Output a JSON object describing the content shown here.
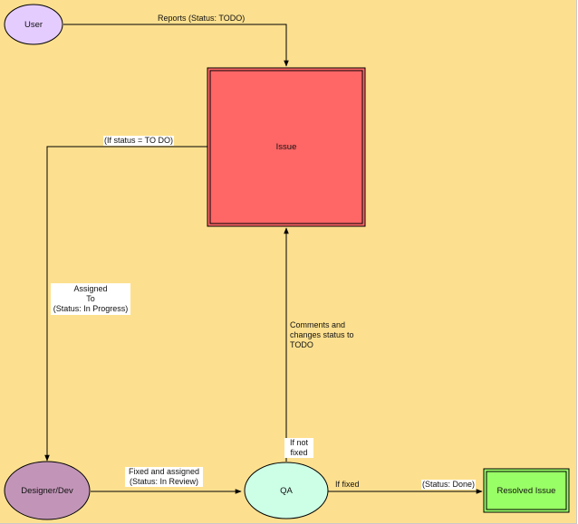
{
  "nodes": {
    "user": "User",
    "issue": "Issue",
    "designer": "Designer/Dev",
    "qa": "QA",
    "resolved": "Resolved Issue"
  },
  "edges": {
    "reports": "Reports (Status: TODO)",
    "if_status_todo": "(If status = TO DO)",
    "assigned_line1": "Assigned",
    "assigned_line2": "To",
    "assigned_line3": "(Status: In Progress)",
    "comments_line1": "Comments and",
    "comments_line2": "changes status to",
    "comments_line3": "TODO",
    "if_not_line1": "If not",
    "if_not_line2": "fixed",
    "fixed_line1": "Fixed and assigned",
    "fixed_line2": "(Status: In Review)",
    "if_fixed": "If fixed",
    "status_done": "(Status: Done)"
  },
  "colors": {
    "background": "#fde08f",
    "user_fill": "#e5ccff",
    "issue_fill": "#ff6666",
    "designer_fill": "#c295b8",
    "qa_fill": "#ccffe6",
    "resolved_fill": "#99ff66"
  }
}
